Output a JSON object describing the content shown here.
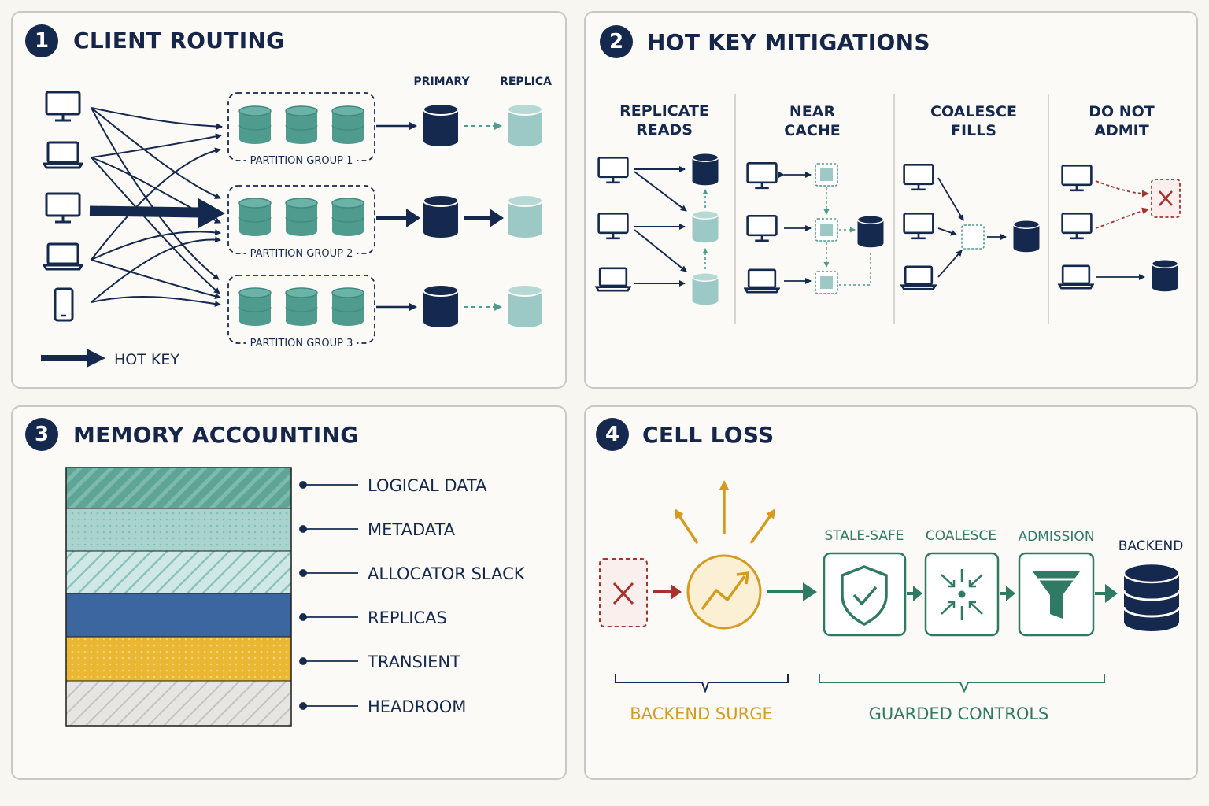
{
  "panels": [
    {
      "number": "1",
      "title": "CLIENT ROUTING"
    },
    {
      "number": "2",
      "title": "HOT KEY MITIGATIONS"
    },
    {
      "number": "3",
      "title": "MEMORY ACCOUNTING"
    },
    {
      "number": "4",
      "title": "CELL LOSS"
    }
  ],
  "routing": {
    "primary_label": "PRIMARY",
    "replica_label": "REPLICA",
    "groups": [
      "PARTITION GROUP 1",
      "PARTITION GROUP 2",
      "PARTITION GROUP 3"
    ],
    "hot_key_label": "HOT KEY"
  },
  "mitigations": {
    "columns": [
      {
        "line1": "REPLICATE",
        "line2": "READS"
      },
      {
        "line1": "NEAR",
        "line2": "CACHE"
      },
      {
        "line1": "COALESCE",
        "line2": "FILLS"
      },
      {
        "line1": "DO NOT",
        "line2": "ADMIT"
      }
    ]
  },
  "memory": {
    "layers": [
      "LOGICAL DATA",
      "METADATA",
      "ALLOCATOR SLACK",
      "REPLICAS",
      "TRANSIENT",
      "HEADROOM"
    ]
  },
  "cell_loss": {
    "controls": [
      "STALE-SAFE",
      "COALESCE",
      "ADMISSION"
    ],
    "backend_label": "BACKEND",
    "surge_label": "BACKEND SURGE",
    "guarded_label": "GUARDED CONTROLS"
  },
  "colors": {
    "navy": "#15294f",
    "teal": "#4f9c8f",
    "light_teal": "#9cc9c5",
    "blue": "#3b66a0",
    "yellow": "#e8b52a",
    "red": "#a8322d",
    "green": "#2e7a63",
    "gold": "#d69a1f"
  }
}
